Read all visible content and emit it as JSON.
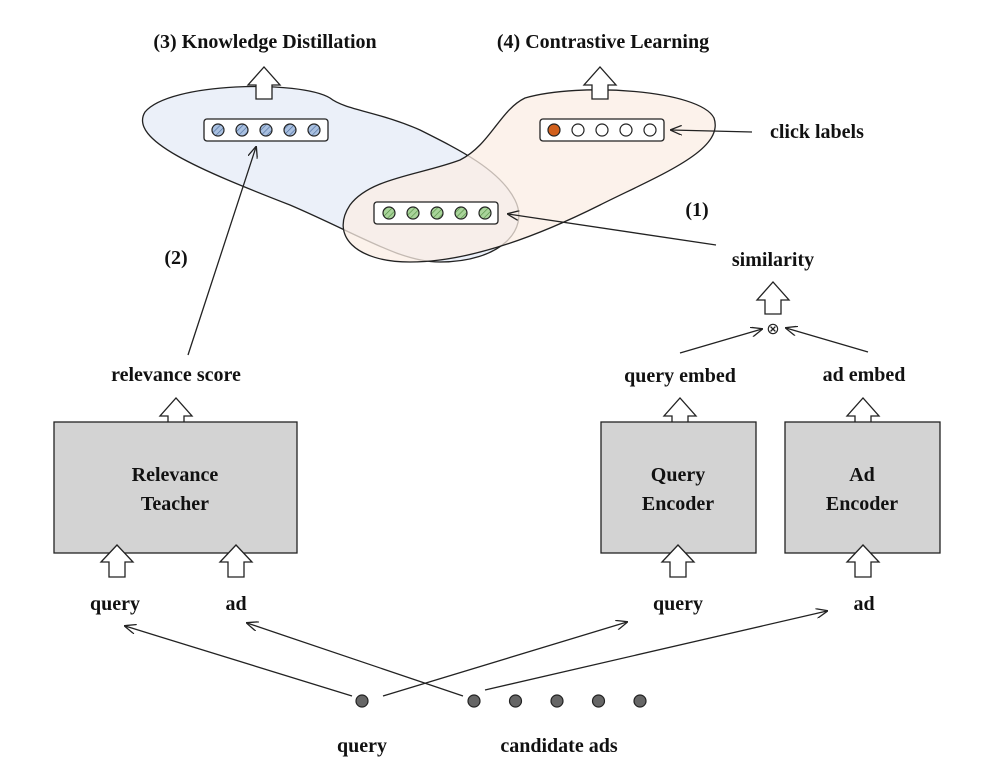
{
  "titles": {
    "knowledge_distillation": "(3) Knowledge Distillation",
    "contrastive_learning": "(4) Contrastive Learning"
  },
  "labels": {
    "click_labels": "click labels",
    "step1": "(1)",
    "step2": "(2)",
    "similarity": "similarity",
    "relevance_score": "relevance score",
    "query_embed": "query embed",
    "ad_embed": "ad embed",
    "query_left": "query",
    "ad_left": "ad",
    "query_right": "query",
    "ad_right": "ad",
    "query_bottom": "query",
    "candidate_ads": "candidate ads",
    "product_symbol": "⊗"
  },
  "boxes": {
    "relevance_teacher": [
      "Relevance",
      "Teacher"
    ],
    "query_encoder": [
      "Query",
      "Encoder"
    ],
    "ad_encoder": [
      "Ad",
      "Encoder"
    ]
  },
  "colors": {
    "kd_region": "#e8edf8",
    "cl_region": "#fbeee4",
    "box_fill": "#d3d3d3",
    "blue_cell": "#a9c0e0",
    "green_cell": "#a9d49a",
    "click_positive": "#d2601c",
    "candidate_dot": "#666666"
  }
}
